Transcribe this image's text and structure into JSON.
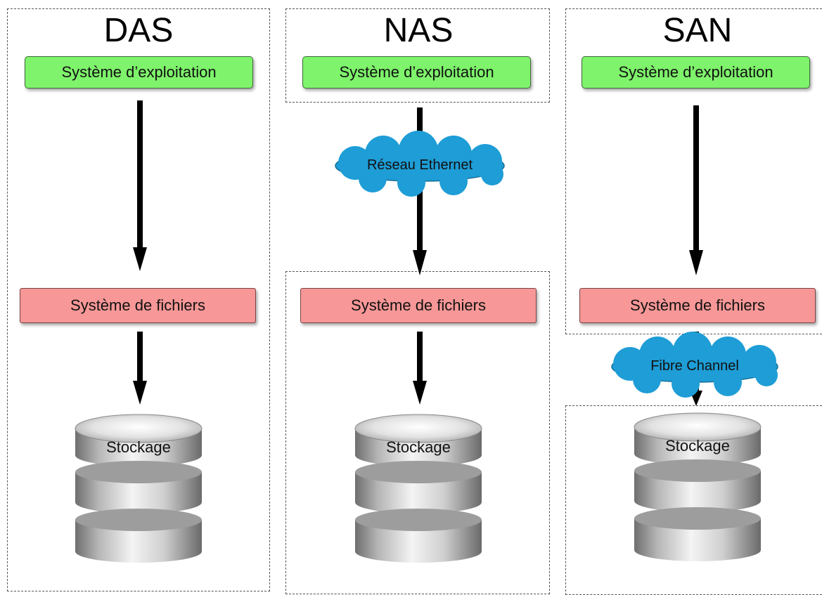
{
  "columns": [
    {
      "title": "DAS",
      "os_label": "Système d’exploitation",
      "fs_label": "Système de fichiers",
      "storage_label": "Stockage"
    },
    {
      "title": "NAS",
      "os_label": "Système d’exploitation",
      "network_label": "Réseau Ethernet",
      "fs_label": "Système de fichiers",
      "storage_label": "Stockage"
    },
    {
      "title": "SAN",
      "os_label": "Système d’exploitation",
      "fs_label": "Système de fichiers",
      "network_label": "Fibre Channel",
      "storage_label": "Stockage"
    }
  ],
  "colors": {
    "os_box": "#7ef36b",
    "fs_box": "#f79797",
    "cloud": "#1e9dd6",
    "arrow": "#000000"
  },
  "icons": [
    "storage-cylinder-icon",
    "network-cloud-icon",
    "down-arrow-icon"
  ]
}
